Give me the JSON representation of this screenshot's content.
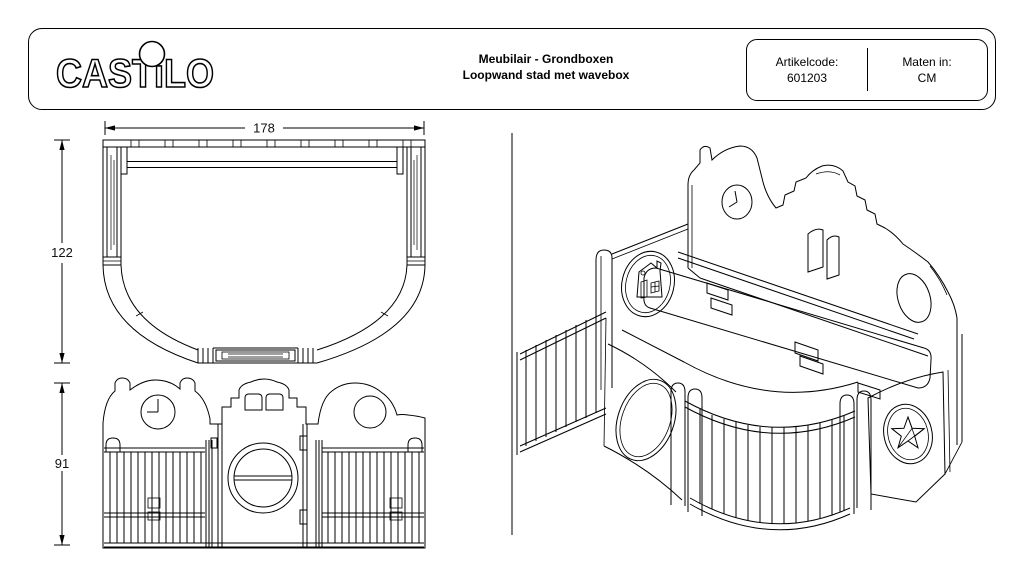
{
  "header": {
    "logo": {
      "text": "CASTILO",
      "display": "CASTıLO"
    },
    "title": {
      "line1": "Meubilair - Grondboxen",
      "line2": "Loopwand stad met wavebox"
    },
    "spec_box": {
      "artikelcode_label": "Artikelcode:",
      "artikelcode_value": "601203",
      "maten_label": "Maten in:",
      "maten_value": "CM"
    }
  },
  "drawing": {
    "dimensions": {
      "width": "178",
      "depth": "122",
      "height": "91"
    },
    "line_color": "#000000",
    "background": "#ffffff"
  }
}
